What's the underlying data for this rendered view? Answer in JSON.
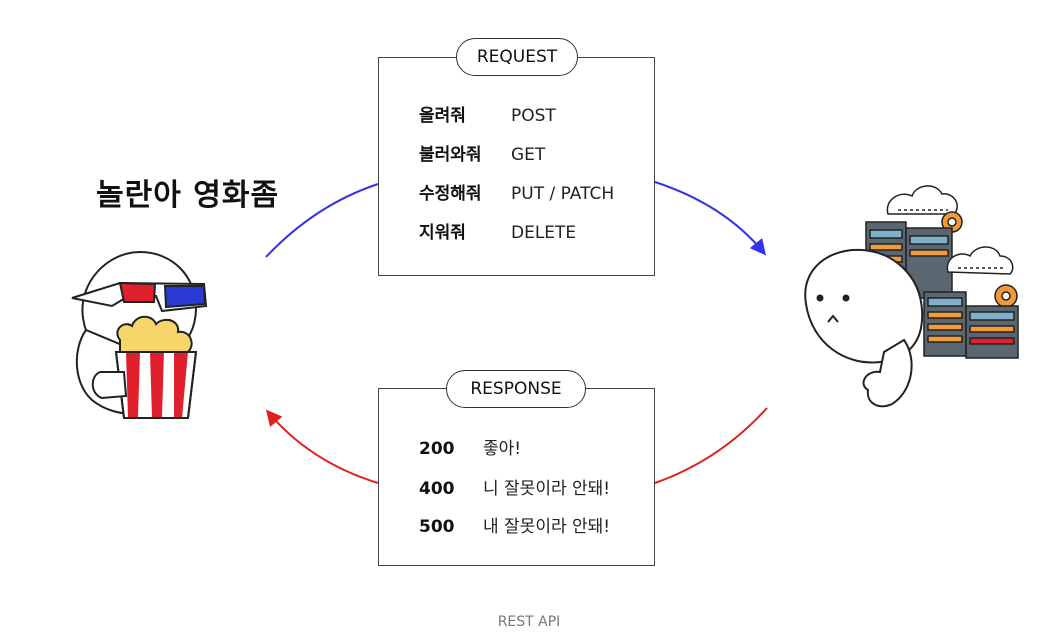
{
  "client": {
    "name": "놀란아 영화좀"
  },
  "request": {
    "title": "REQUEST",
    "rows": [
      {
        "korean": "올려줘",
        "method": "POST"
      },
      {
        "korean": "불러와줘",
        "method": "GET"
      },
      {
        "korean": "수정해줘",
        "method": "PUT / PATCH"
      },
      {
        "korean": "지워줘",
        "method": "DELETE"
      }
    ]
  },
  "response": {
    "title": "RESPONSE",
    "rows": [
      {
        "code": "200",
        "meaning": "좋아!"
      },
      {
        "code": "400",
        "meaning": "니 잘못이라 안돼!"
      },
      {
        "code": "500",
        "meaning": "내 잘못이라 안돼!"
      }
    ]
  },
  "caption": "REST API",
  "colors": {
    "request_arrow": "#3333ee",
    "response_arrow": "#e02020",
    "glasses_red": "#e0202c",
    "glasses_blue": "#2a3ad6",
    "popcorn": "#f6d56a",
    "server_blue": "#7fb0c9",
    "server_orange": "#f29a3a",
    "server_gray": "#5a6670"
  }
}
